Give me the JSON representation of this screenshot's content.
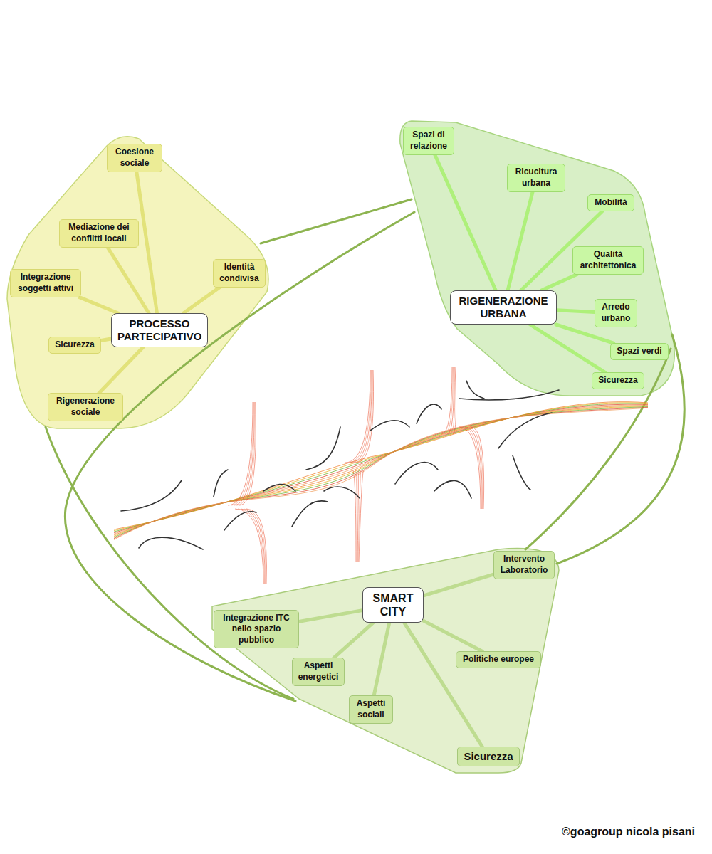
{
  "diagram": {
    "nodes": [
      {
        "text": [
          "Coesione sociale"
        ]
      },
      {
        "text": [
          "Mediazione dei conflitti locali"
        ]
      },
      {
        "text": [
          "Identità condivisa"
        ]
      },
      {
        "text": [
          "Integrazione soggetti attivi"
        ]
      },
      {
        "text": [
          "PROCESSO PARTECIPATIVO"
        ]
      },
      {
        "text": [
          "Sicurezza"
        ]
      },
      {
        "text": [
          "Rigenerazione sociale"
        ]
      },
      {
        "text": [
          "Spazi di relazione"
        ]
      },
      {
        "text": [
          "Ricucitura urbana"
        ]
      },
      {
        "text": [
          "Mobilità"
        ]
      },
      {
        "text": [
          "Qualità architettonica"
        ]
      },
      {
        "text": [
          "RIGENERAZIONE URBANA"
        ]
      },
      {
        "text": [
          "Arredo urbano"
        ]
      },
      {
        "text": [
          "Spazi verdi"
        ]
      },
      {
        "text": [
          "Sicurezza"
        ]
      },
      {
        "text": [
          "Intervento Laboratorio"
        ]
      },
      {
        "text": [
          "SMART CITY"
        ]
      },
      {
        "text": [
          "Integrazione ITC nello spazio pubblico"
        ]
      },
      {
        "text": [
          "Politiche europee"
        ]
      },
      {
        "text": [
          "Aspetti energetici"
        ]
      },
      {
        "text": [
          "Aspetti sociali"
        ]
      },
      {
        "text": [
          "Sicurezza"
        ]
      }
    ],
    "edges": [
      {
        "from": 4,
        "to": 0,
        "arrow": "none"
      },
      {
        "from": 4,
        "to": 1,
        "arrow": "none"
      },
      {
        "from": 4,
        "to": 2,
        "arrow": "none"
      },
      {
        "from": 4,
        "to": 3,
        "arrow": "none"
      },
      {
        "from": 4,
        "to": 5,
        "arrow": "none"
      },
      {
        "from": 4,
        "to": 6,
        "arrow": "none"
      },
      {
        "from": 11,
        "to": 7,
        "arrow": "none"
      },
      {
        "from": 11,
        "to": 8,
        "arrow": "none"
      },
      {
        "from": 11,
        "to": 9,
        "arrow": "none"
      },
      {
        "from": 11,
        "to": 10,
        "arrow": "none"
      },
      {
        "from": 11,
        "to": 12,
        "arrow": "none"
      },
      {
        "from": 11,
        "to": 13,
        "arrow": "none"
      },
      {
        "from": 11,
        "to": 14,
        "arrow": "none"
      },
      {
        "from": 16,
        "to": 15,
        "arrow": "none"
      },
      {
        "from": 16,
        "to": 17,
        "arrow": "none"
      },
      {
        "from": 16,
        "to": 18,
        "arrow": "none"
      },
      {
        "from": 16,
        "to": 19,
        "arrow": "none"
      },
      {
        "from": 16,
        "to": 20,
        "arrow": "none"
      },
      {
        "from": 16,
        "to": 21,
        "arrow": "none"
      }
    ],
    "labels": [
      "©goagroup nicola pisani"
    ]
  }
}
